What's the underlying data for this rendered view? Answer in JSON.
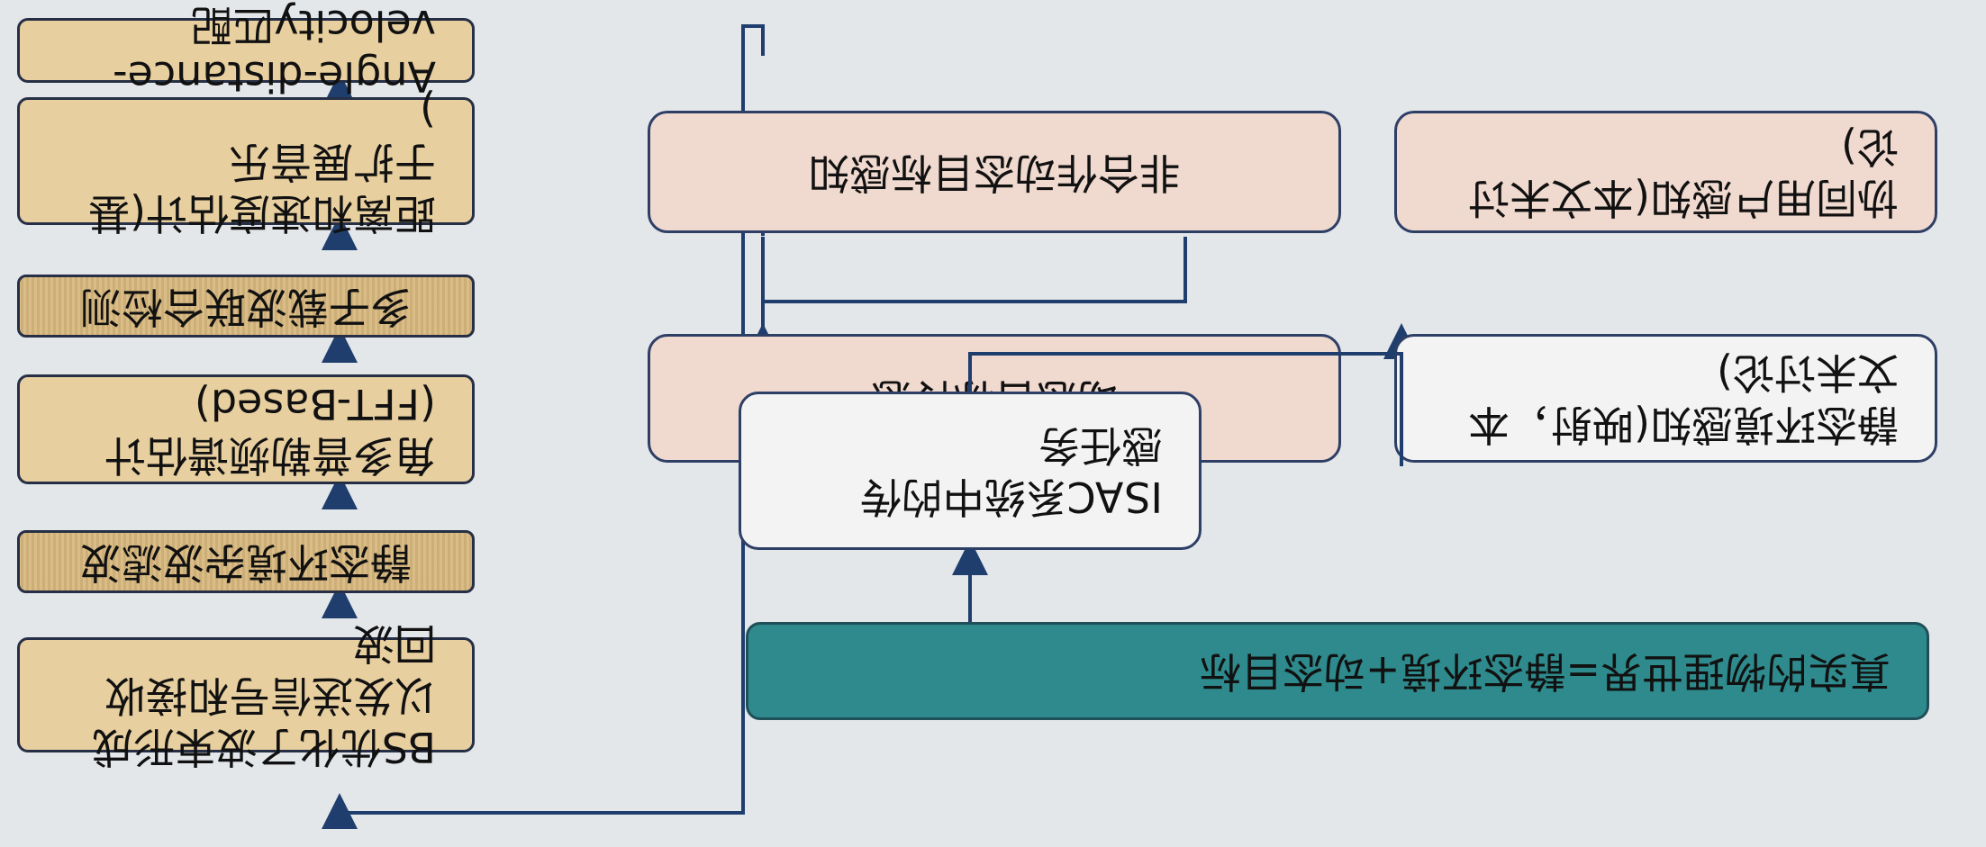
{
  "colors": {
    "line": "#1f3e6e",
    "peach": "#f0d9cf",
    "gold": "#e8cf9f",
    "teal": "#2e8a8c"
  },
  "left_chain": [
    {
      "id": "bs",
      "text": "BS优化了波束形成以发送信号和接收\n回波"
    },
    {
      "id": "filter",
      "text": "静态环境杂波滤波"
    },
    {
      "id": "aoa",
      "text": "角多普勒频谱估计(FFT-Based)"
    },
    {
      "id": "multi",
      "text": "多子载波联合检测"
    },
    {
      "id": "range",
      "text": "距离和速度估计(基于扩展音乐\n)"
    },
    {
      "id": "match",
      "text": "Angle-distance-velocity匹配"
    }
  ],
  "right_tree": {
    "root": "真实的物理世界=静态环境+动态目标",
    "task": "ISAC系统中的传\n感任务",
    "static": "静态环境感知(映射，本文未讨论)",
    "dynamic": "动态目标传感",
    "cooperative": "协同用户感知(本文未讨论)",
    "noncooperative": "非合作动态目标感知"
  }
}
